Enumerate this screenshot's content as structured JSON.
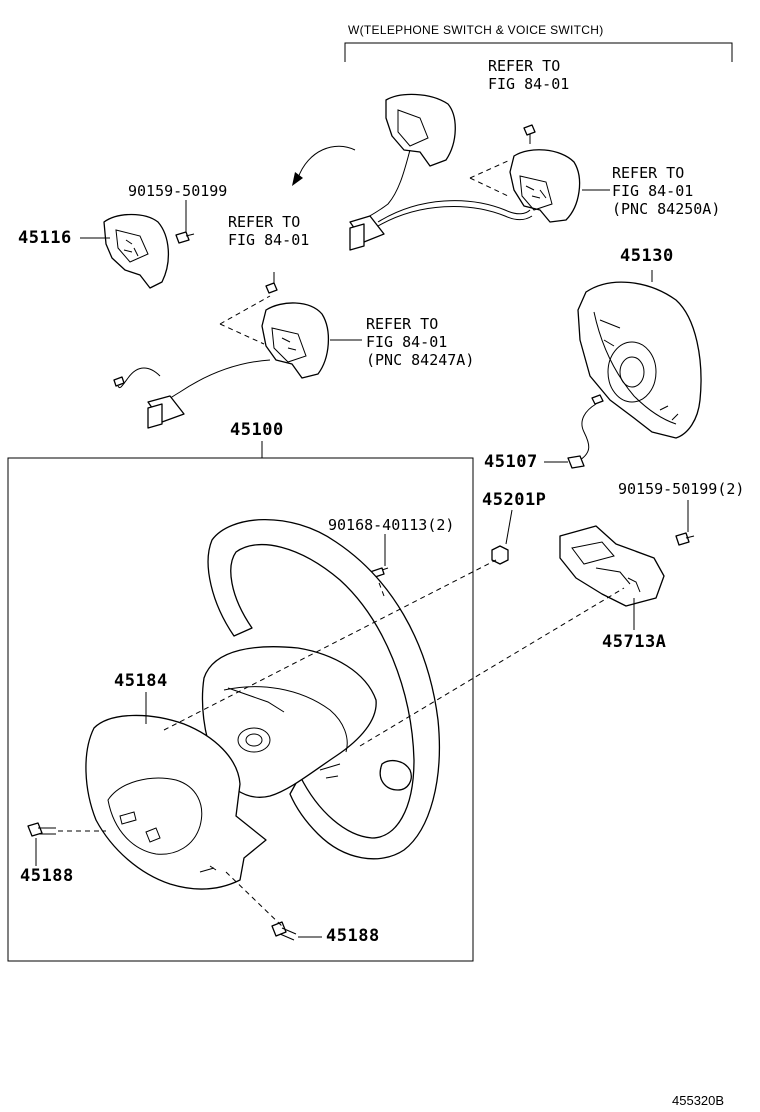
{
  "header_note": "W(TELEPHONE SWITCH & VOICE SWITCH)",
  "refs": {
    "top": [
      "REFER TO",
      "FIG 84-01"
    ],
    "right_switch": [
      "REFER TO",
      "FIG 84-01",
      "(PNC 84250A)"
    ],
    "left_upper": [
      "REFER TO",
      "FIG 84-01"
    ],
    "left_switch": [
      "REFER TO",
      "FIG 84-01",
      "(PNC 84247A)"
    ]
  },
  "parts": {
    "p45116": "45116",
    "p90159_a": "90159-50199",
    "p45130": "45130",
    "p45107": "45107",
    "p45100": "45100",
    "p45201P": "45201P",
    "p90159_b": "90159-50199(2)",
    "p90168": "90168-40113(2)",
    "p45713A": "45713A",
    "p45184": "45184",
    "p45188_a": "45188",
    "p45188_b": "45188"
  },
  "figure_id": "455320B"
}
